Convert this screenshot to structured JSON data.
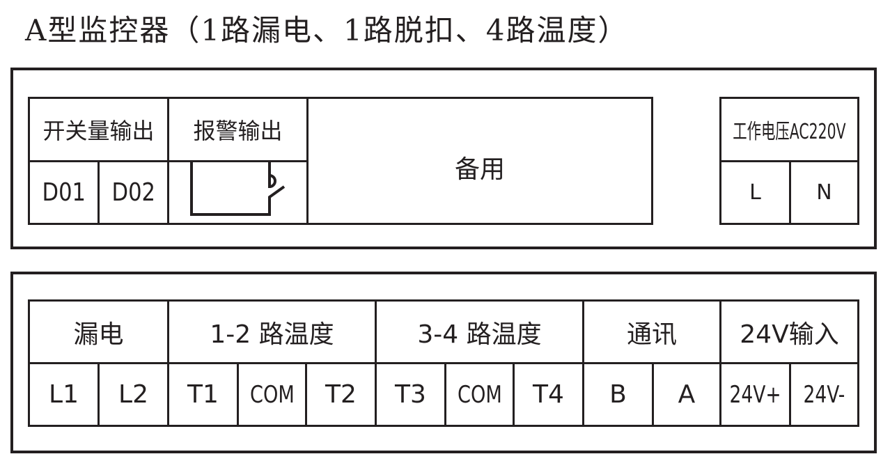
{
  "title": "A型监控器（1路漏电、1路脱扣、4路温度）",
  "top_panel": {
    "switch_output": {
      "header": "开关量输出",
      "terminals": [
        "D01",
        "D02"
      ]
    },
    "alarm_output": {
      "header": "报警输出",
      "symbol": "relay-contact-icon"
    },
    "reserved": "备用",
    "power": {
      "header": "工作电压AC220V",
      "terminals": [
        "L",
        "N"
      ]
    }
  },
  "bottom_panel": {
    "groups": [
      {
        "header": "漏电",
        "terminals": [
          "L1",
          "L2"
        ]
      },
      {
        "header": "1-2 路温度",
        "terminals": [
          "T1",
          "COM",
          "T2"
        ]
      },
      {
        "header": "3-4 路温度",
        "terminals": [
          "T3",
          "COM",
          "T4"
        ]
      },
      {
        "header": "通讯",
        "terminals": [
          "B",
          "A"
        ]
      },
      {
        "header": "24V输入",
        "terminals": [
          "24V+",
          "24V-"
        ]
      }
    ]
  }
}
